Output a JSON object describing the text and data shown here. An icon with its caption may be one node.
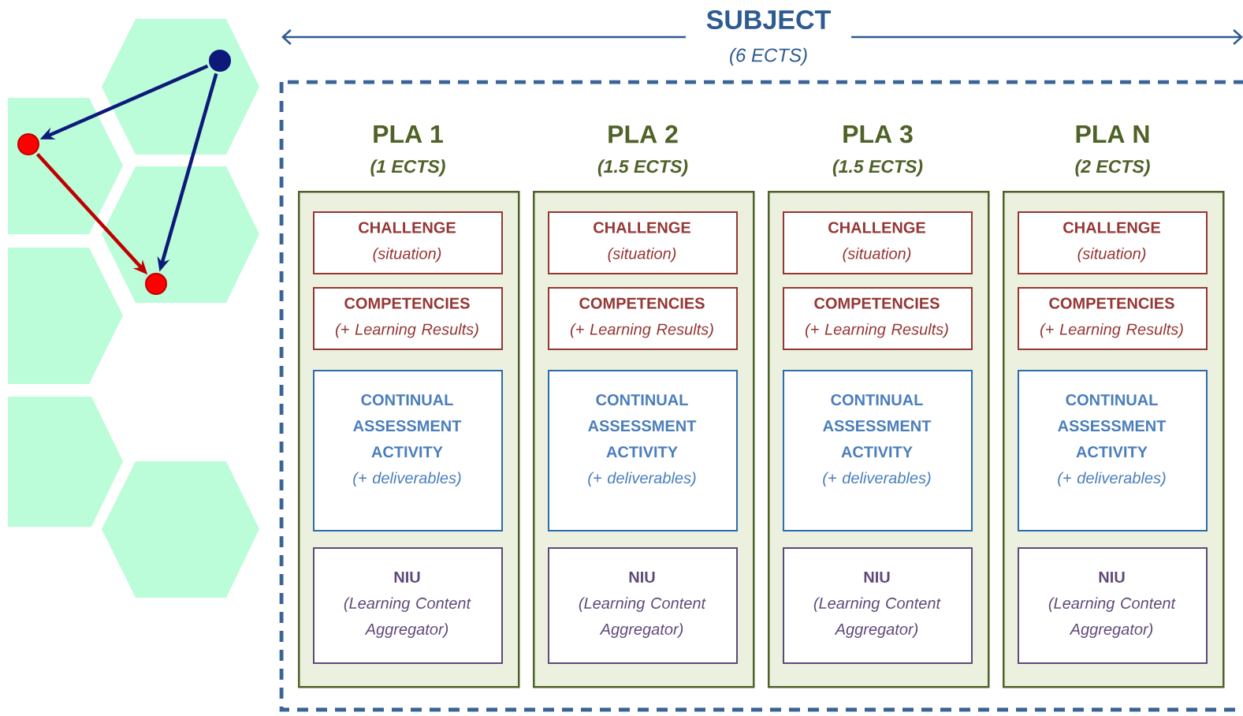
{
  "diagram": {
    "nodes": [
      {
        "text": [
          "SUBJECT",
          "(6 ECTS)"
        ]
      },
      {
        "text": [
          "PLA 1",
          "(1 ECTS)"
        ],
        "in": 0
      },
      {
        "text": [
          "CHALLENGE",
          "(situation)"
        ],
        "in": 1
      },
      {
        "text": [
          "COMPETENCIES",
          "(+ Learning Results)"
        ],
        "in": 1
      },
      {
        "text": [
          "CONTINUAL ASSESSMENT ACTIVITY",
          "(+ deliverables)"
        ],
        "in": 1
      },
      {
        "text": [
          "NIU",
          "(Learning Content Aggregator)"
        ],
        "in": 1
      },
      {
        "text": [
          "PLA 2",
          "(1.5 ECTS)"
        ],
        "in": 0
      },
      {
        "text": [
          "CHALLENGE",
          "(situation)"
        ],
        "in": 6
      },
      {
        "text": [
          "COMPETENCIES",
          "(+ Learning Results)"
        ],
        "in": 6
      },
      {
        "text": [
          "CONTINUAL ASSESSMENT ACTIVITY",
          "(+ deliverables)"
        ],
        "in": 6
      },
      {
        "text": [
          "NIU",
          "(Learning Content Aggregator)"
        ],
        "in": 6
      },
      {
        "text": [
          "PLA 3",
          "(1.5 ECTS)"
        ],
        "in": 0
      },
      {
        "text": [
          "CHALLENGE",
          "(situation)"
        ],
        "in": 11
      },
      {
        "text": [
          "COMPETENCIES",
          "(+ Learning Results)"
        ],
        "in": 11
      },
      {
        "text": [
          "CONTINUAL ASSESSMENT ACTIVITY",
          "(+ deliverables)"
        ],
        "in": 11
      },
      {
        "text": [
          "NIU",
          "(Learning Content Aggregator)"
        ],
        "in": 11
      },
      {
        "text": [
          "PLA N",
          "(2 ECTS)"
        ],
        "in": 0
      },
      {
        "text": [
          "CHALLENGE",
          "(situation)"
        ],
        "in": 16
      },
      {
        "text": [
          "COMPETENCIES",
          "(+ Learning Results)"
        ],
        "in": 16
      },
      {
        "text": [
          "CONTINUAL ASSESSMENT ACTIVITY",
          "(+ deliverables)"
        ],
        "in": 16
      },
      {
        "text": [
          "NIU",
          "(Learning Content Aggregator)"
        ],
        "in": 16
      },
      {
        "text": [],
        "shape": "hexagon"
      },
      {
        "text": [],
        "shape": "hexagon"
      },
      {
        "text": [],
        "shape": "hexagon"
      },
      {
        "text": [],
        "shape": "hexagon"
      },
      {
        "text": [],
        "shape": "hexagon"
      },
      {
        "text": [],
        "shape": "hexagon"
      },
      {
        "text": [],
        "shape": "circle",
        "in": 21
      },
      {
        "text": [],
        "shape": "circle",
        "in": 22
      },
      {
        "text": [],
        "shape": "circle",
        "in": 23
      }
    ],
    "edges": [
      {
        "from": 27,
        "to": 28,
        "arrow": "to"
      },
      {
        "from": 27,
        "to": 29,
        "arrow": "to"
      },
      {
        "from": 28,
        "to": 29,
        "arrow": "to",
        "color": "#c00000"
      }
    ]
  }
}
